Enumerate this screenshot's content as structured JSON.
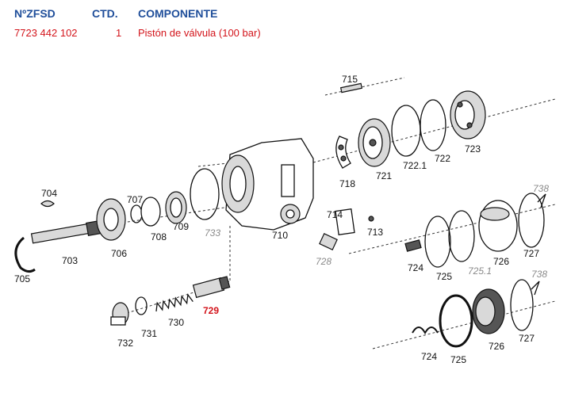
{
  "header": {
    "col_part": "NºZFSD",
    "col_qty": "CTD.",
    "col_component": "COMPONENTE"
  },
  "row": {
    "part_number": "7723 442 102",
    "qty": "1",
    "component": "Pistón de válvula (100 bar)"
  },
  "labels": {
    "l715": "715",
    "l718": "718",
    "l721": "721",
    "l7221": "722.1",
    "l722": "722",
    "l723": "723",
    "l704": "704",
    "l707": "707",
    "l708": "708",
    "l709": "709",
    "l733": "733",
    "l710": "710",
    "l714": "714",
    "l713": "713",
    "l728": "728",
    "l705": "705",
    "l703": "703",
    "l706": "706",
    "l724a": "724",
    "l725a": "725",
    "l7251": "725.1",
    "l726a": "726",
    "l727a": "727",
    "l738a": "738",
    "l729": "729",
    "l730": "730",
    "l731": "731",
    "l732": "732",
    "l724b": "724",
    "l725b": "725",
    "l726b": "726",
    "l727b": "727",
    "l738b": "738"
  },
  "colors": {
    "header": "#1f4e9a",
    "highlight": "#d3141b"
  }
}
